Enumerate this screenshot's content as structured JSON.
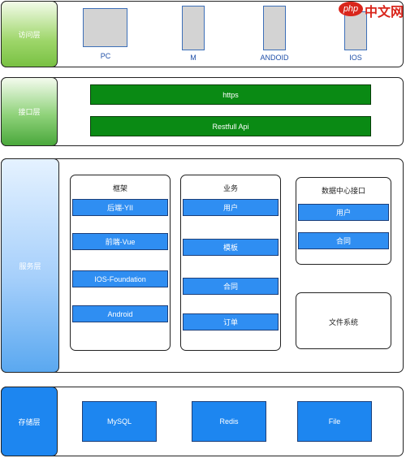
{
  "layers": {
    "access": {
      "label": "访问层",
      "devices": [
        "PC",
        "M",
        "ANDOID",
        "IOS"
      ]
    },
    "interface": {
      "label": "接口层",
      "bars": [
        "https",
        "Restfull Api"
      ]
    },
    "service": {
      "label": "服务层",
      "framework": {
        "title": "框架",
        "items": [
          "后端-YII",
          "前端-Vue",
          "IOS-Foundation",
          "Android"
        ]
      },
      "business": {
        "title": "业务",
        "items": [
          "用户",
          "模板",
          "合同",
          "订单"
        ]
      },
      "data_center": {
        "title": "数据中心接口",
        "items": [
          "用户",
          "合同"
        ]
      },
      "file_system": {
        "title": "文件系统"
      }
    },
    "storage": {
      "label": "存储层",
      "items": [
        "MySQL",
        "Redis",
        "File"
      ]
    }
  },
  "watermark": {
    "logo": "php",
    "text": "中文网"
  },
  "colors": {
    "green_bar": "#0a8a14",
    "service_button": "#2f8ef2",
    "storage_button": "#1d86f0",
    "device_fill": "#d3d3d3",
    "watermark": "#d9261c"
  }
}
